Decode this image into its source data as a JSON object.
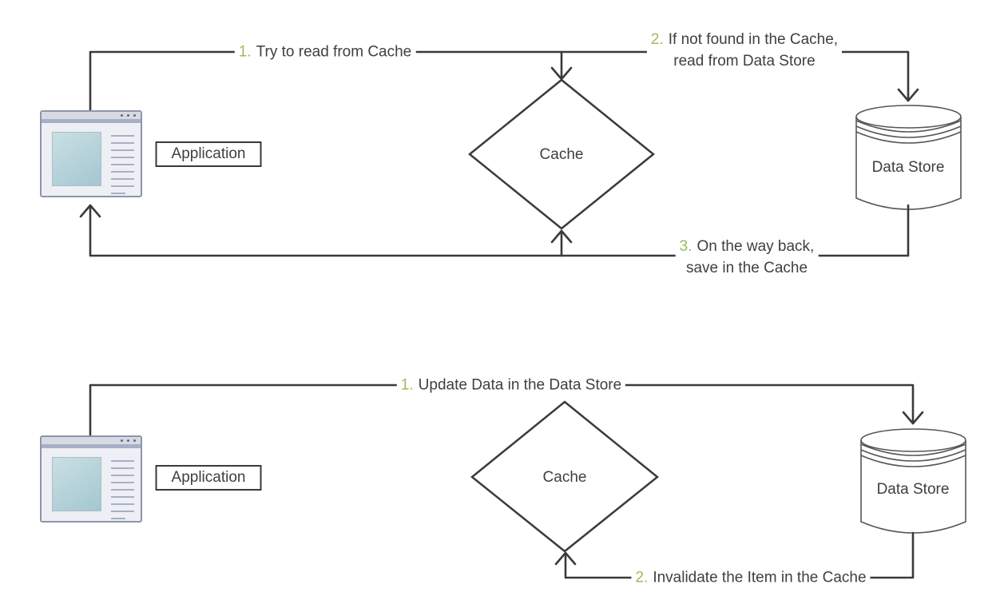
{
  "title": "Cache-aside pattern diagram",
  "colors": {
    "background": "#ffffff",
    "line": "#3a3a3a",
    "text": "#3f3f3f",
    "step_number_accent": "#9bbb59",
    "app_window_chrome": "#a7afc7",
    "app_window_pane": "#a4c7d1"
  },
  "diagrams": {
    "read_flow": {
      "application_label": "Application",
      "cache_label": "Cache",
      "data_store_label": "Data Store",
      "steps": [
        {
          "num": "1.",
          "line1": "Try to read from Cache",
          "line2": ""
        },
        {
          "num": "2.",
          "line1": "If not found in the Cache,",
          "line2": "read from Data Store"
        },
        {
          "num": "3.",
          "line1": "On the way back,",
          "line2": "save in the Cache"
        }
      ]
    },
    "update_flow": {
      "application_label": "Application",
      "cache_label": "Cache",
      "data_store_label": "Data Store",
      "steps": [
        {
          "num": "1.",
          "line1": "Update Data in the Data Store",
          "line2": ""
        },
        {
          "num": "2.",
          "line1": "Invalidate the Item in the Cache",
          "line2": ""
        }
      ]
    }
  }
}
